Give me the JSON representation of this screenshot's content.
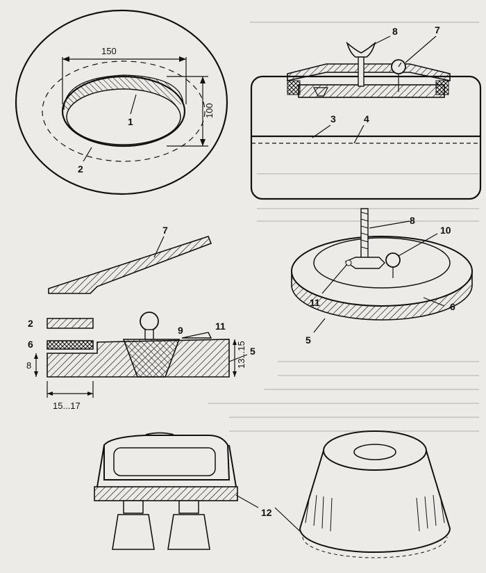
{
  "figure": {
    "dimensions": {
      "ring_width": "150",
      "ring_height": "100",
      "slab_thickness": "8",
      "edge_width": "15...17",
      "body_height": "13...15"
    },
    "part_labels": {
      "p1": "1",
      "p2": "2",
      "p3": "3",
      "p4": "4",
      "p5": "5",
      "p6": "6",
      "p7": "7",
      "p8": "8",
      "p9": "9",
      "p10": "10",
      "p11": "11",
      "p12": "12"
    }
  },
  "colors": {
    "paper": "#ecebe8",
    "ink": "#111111",
    "faded_text": "#b9b6b0"
  }
}
